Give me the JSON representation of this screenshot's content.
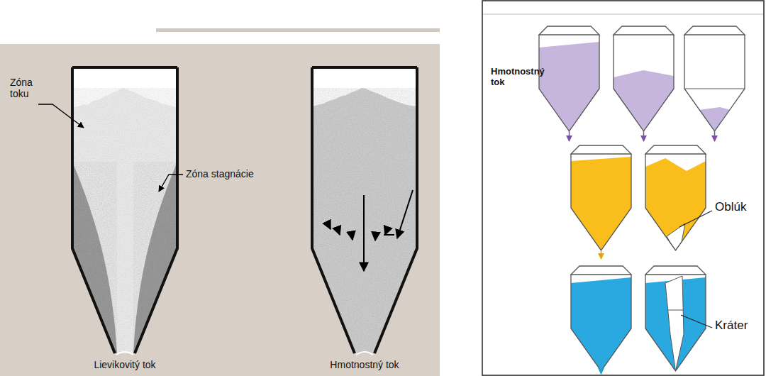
{
  "diagram": {
    "labels": [
      "Zóna toku",
      "Zóna stagnácie",
      "Lievikovitý tok",
      "Hmotnostný tok",
      "Hmotnostný tok",
      "Oblúk",
      "Kráter"
    ]
  }
}
